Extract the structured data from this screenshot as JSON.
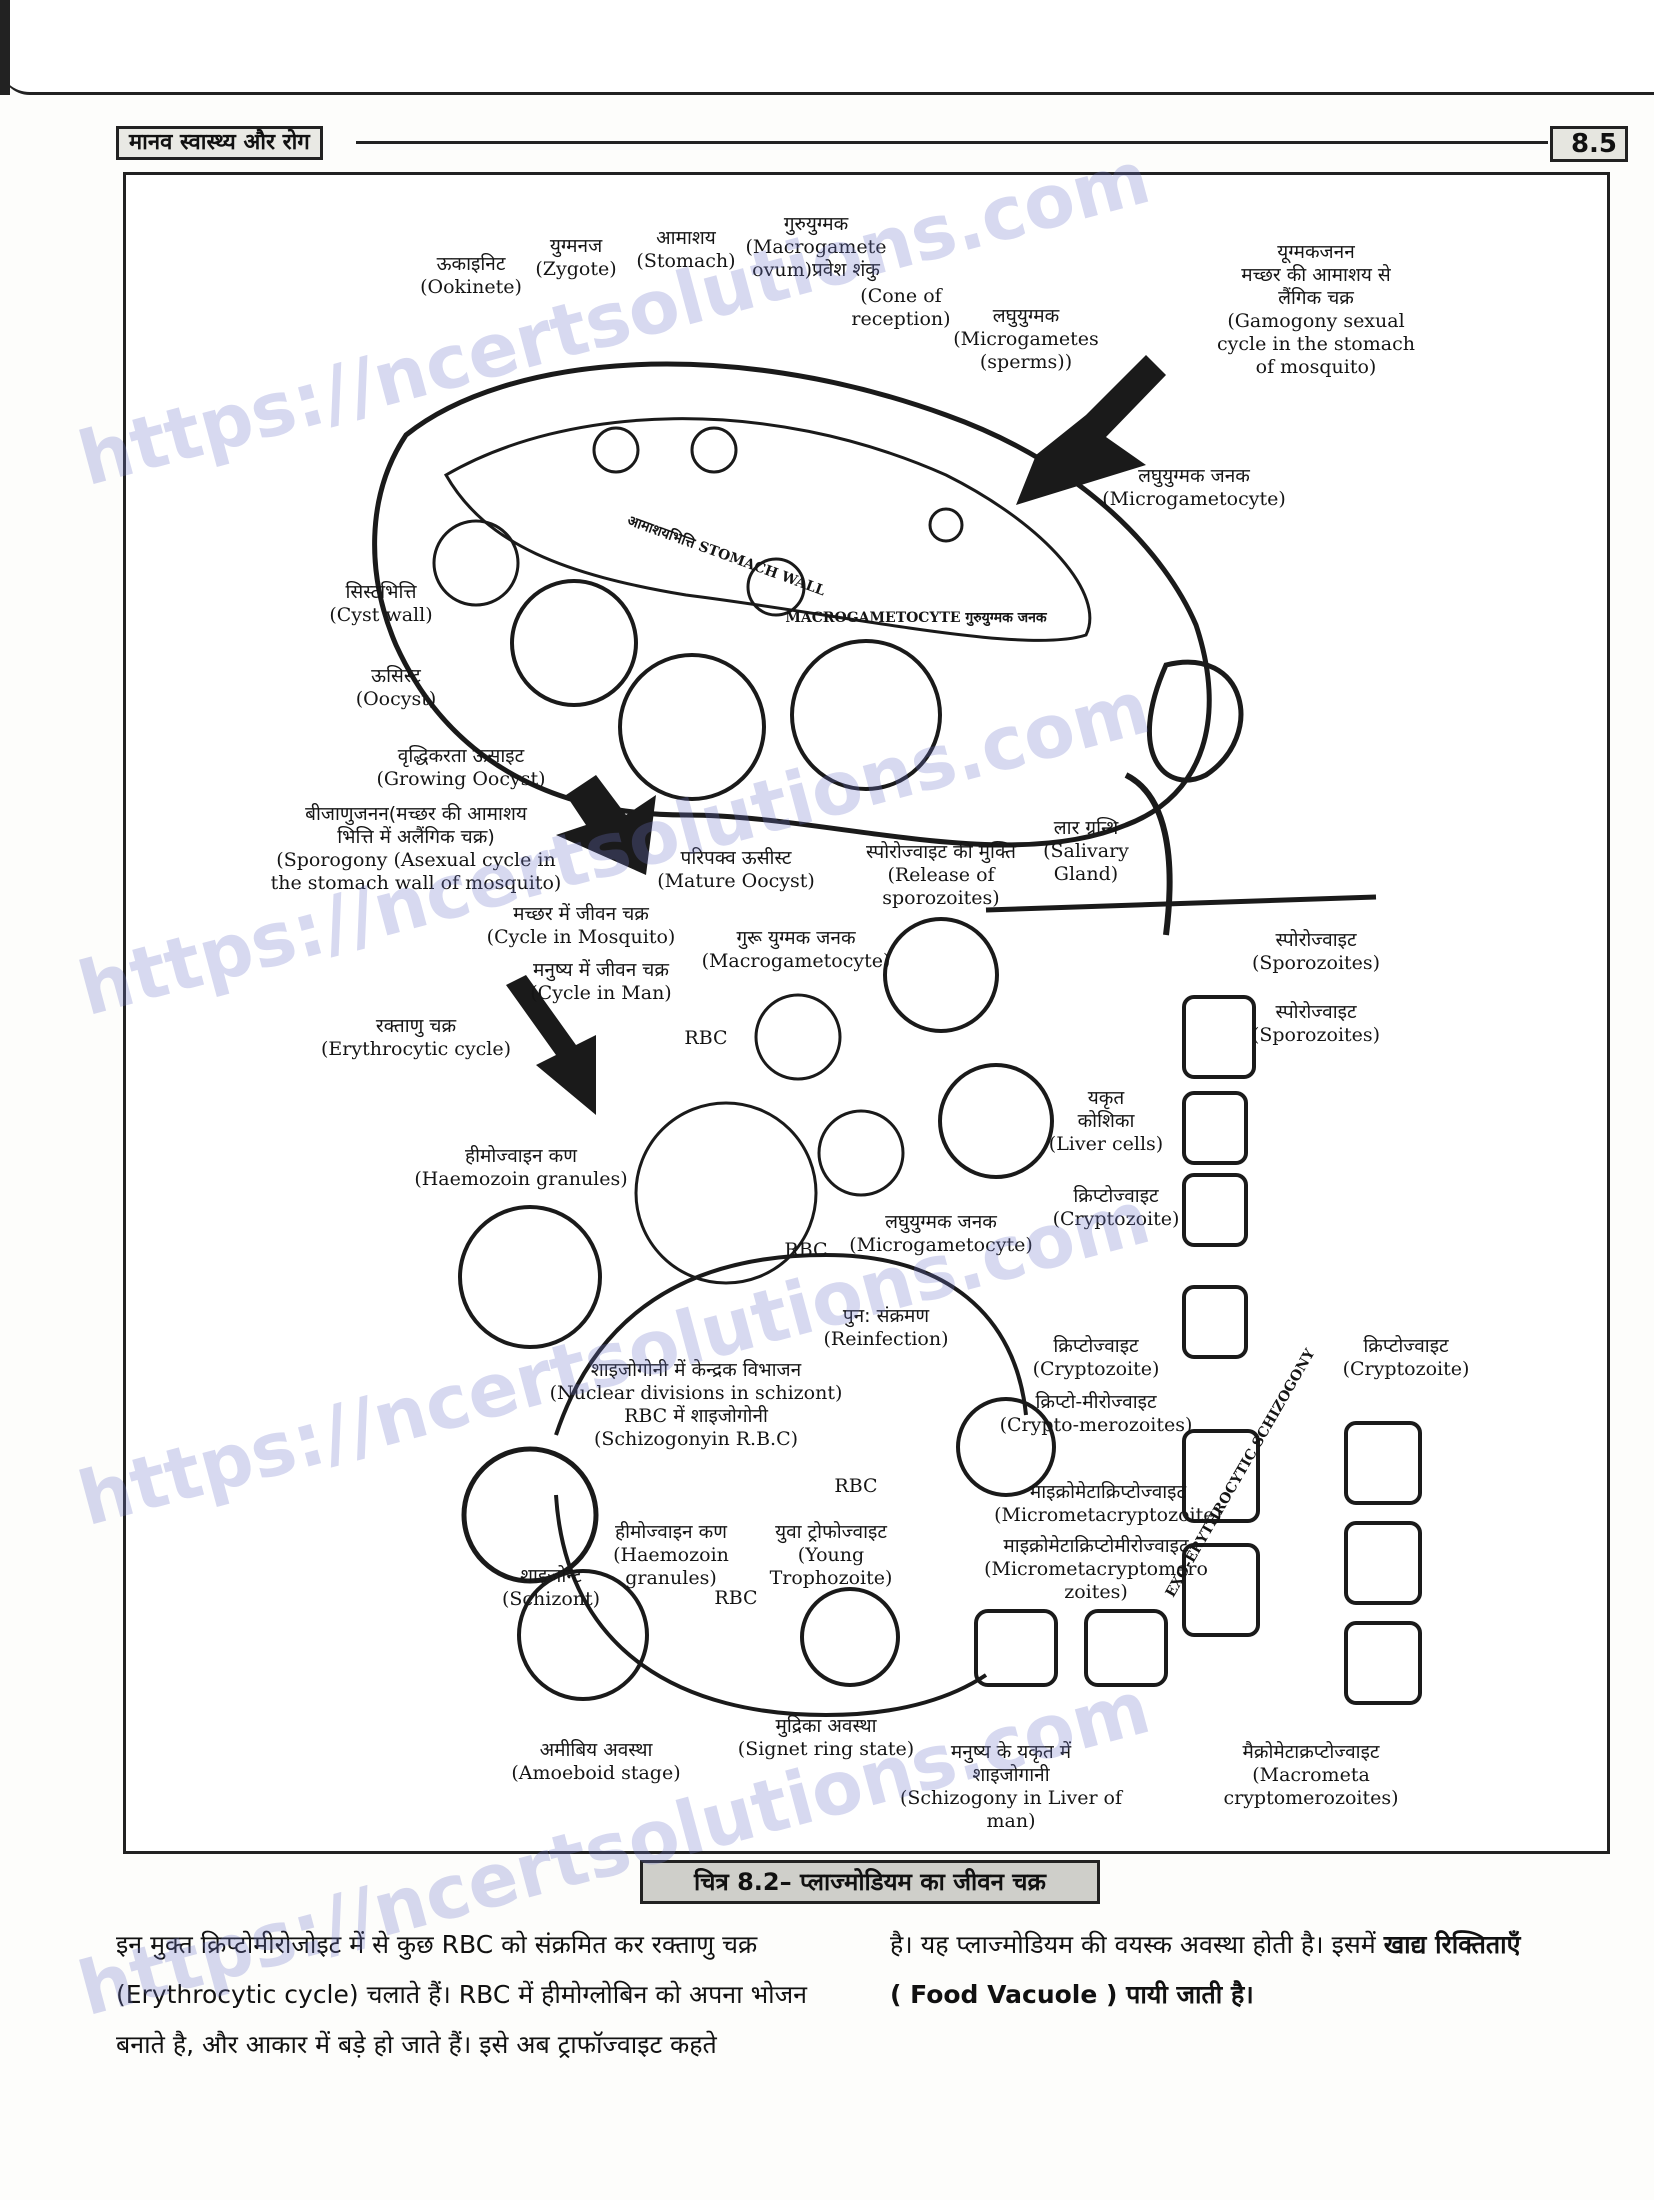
{
  "header": {
    "title": "मानव स्वास्थ्य और रोग",
    "page_number": "8.5"
  },
  "watermark": "https://ncertsolutions.com",
  "figure": {
    "caption": "चित्र 8.2– प्लाज्मोडियम का जीवन चक्र",
    "labels": {
      "ookinete": {
        "hi": "ऊकाइनिट",
        "en": "(Ookinete)"
      },
      "zygote": {
        "hi": "युग्मनज",
        "en": "(Zygote)"
      },
      "stomach": {
        "hi": "आमाशय",
        "en": "(Stomach)"
      },
      "macrogamete": {
        "hi": "गुरुयुग्मक",
        "en": "(Macrogamete\novum)प्रवेश शंकु"
      },
      "cone": {
        "hi": "",
        "en": "(Cone of\nreception)"
      },
      "microgametes": {
        "hi": "लघुयुग्मक",
        "en": "(Microgametes\n(sperms))"
      },
      "gamogony": {
        "hi": "यूग्मकजनन\nमच्छर की आमाशय से\nलैंगिक चक्र",
        "en": "(Gamogony sexual\ncycle in the stomach\nof mosquito)"
      },
      "microgametocyte_top": {
        "hi": "लघुयुग्मक जनक",
        "en": "(Microgametocyte)"
      },
      "stomach_wall": "आमाशयभित्ति STOMACH WALL",
      "macrogametocyte_mos": "MACROGAMETOCYTE गुरुयुग्मक जनक",
      "cyst_wall": {
        "hi": "सिस्टभित्ति",
        "en": "(Cyst wall)"
      },
      "oocyst": {
        "hi": "ऊसिस्ट",
        "en": "(Oocyst)"
      },
      "growing_oocyst": {
        "hi": "वृद्धिकरता ऊसाइट",
        "en": "(Growing Oocyst)"
      },
      "sporogony": {
        "hi": "बीजाणुजनन(मच्छर की आमाशय\nभित्ति में अलैंगिक चक्र)",
        "en": "(Sporogony (Asexual cycle in\nthe stomach wall of mosquito)"
      },
      "mature_oocyst": {
        "hi": "परिपक्व ऊसीस्ट",
        "en": "(Mature Oocyst)"
      },
      "release_sporozoites": {
        "hi": "स्पोरोज्वाइट की मुक्ति",
        "en": "(Release of\nsporozoites)"
      },
      "salivary_gland": {
        "hi": "लार ग्रन्थि",
        "en": "(Salivary\nGland)"
      },
      "cycle_mosquito": {
        "hi": "मच्छर में जीवन चक्र",
        "en": "(Cycle in Mosquito)"
      },
      "cycle_man": {
        "hi": "मनुष्य में जीवन चक्र",
        "en": "(Cycle in Man)"
      },
      "macrogametocyte_man": {
        "hi": "गुरू युग्मक जनक",
        "en": "(Macrogametocyte)"
      },
      "sporozoites_1": {
        "hi": "स्पोरोज्वाइट",
        "en": "(Sporozoites)"
      },
      "sporozoites_2": {
        "hi": "स्पोरोज्वाइट",
        "en": "(Sporozoites)"
      },
      "erythrocytic": {
        "hi": "रक्ताणु चक्र",
        "en": "(Erythrocytic cycle)"
      },
      "rbc_1": "RBC",
      "liver_cells": {
        "hi": "यकृत\nकोशिका",
        "en": "(Liver cells)"
      },
      "haemozoin_1": {
        "hi": "हीमोज्वाइन कण",
        "en": "(Haemozoin granules)"
      },
      "cryptozoite_1": {
        "hi": "क्रिप्टोज्वाइट",
        "en": "(Cryptozoite)"
      },
      "rbc_2": "RBC",
      "microgametocyte_man": {
        "hi": "लघुयुग्मक जनक",
        "en": "(Microgametocyte)"
      },
      "reinfection": {
        "hi": "पुन: संक्रमण",
        "en": "(Reinfection)"
      },
      "nuclear_div": {
        "hi": "शाइजोगोनी में केन्द्रक विभाजन",
        "en": "(Nuclear divisions in schizont)\nRBC में शाइजोगोनी\n(Schizogonyin R.B.C)"
      },
      "cryptozoite_2": {
        "hi": "क्रिप्टोज्वाइट",
        "en": "(Cryptozoite)"
      },
      "crypto_mero": {
        "hi": "क्रिप्टो-मीरोज्वाइट",
        "en": "(Crypto-merozoites)"
      },
      "cryptozoite_3": {
        "hi": "क्रिप्टोज्वाइट",
        "en": "(Cryptozoite)"
      },
      "rbc_3": "RBC",
      "micrometacrypto": {
        "hi": "माइक्रोमेटाक्रिप्टोज्वाइट",
        "en": "(Micrometacryptozoite)"
      },
      "haemozoin_2": {
        "hi": "हीमोज्वाइन कण",
        "en": "(Haemozoin\ngranules)"
      },
      "young_tropho": {
        "hi": "युवा ट्रोफोज्वाइट",
        "en": "(Young\nTrophozoite)"
      },
      "micrometacryptomero": {
        "hi": "माइक्रोमेटाक्रिप्टोमीरोज्वाइट",
        "en": "(Micrometacryptomero\nzoites)"
      },
      "schizont": {
        "hi": "शाइजोन्ट",
        "en": "(Schizont)"
      },
      "rbc_4": "RBC",
      "exo": "EXO-ERYTHROCYTIC SCHIZOGONY",
      "signet": {
        "hi": "मुद्रिका अवस्था",
        "en": "(Signet ring state)"
      },
      "amoeboid": {
        "hi": "अमीबिय अवस्था",
        "en": "(Amoeboid stage)"
      },
      "schizogony_liver": {
        "hi": "मनुष्य के यकृत में\nशाइजोगानी",
        "en": "(Schizogony in Liver of\nman)"
      },
      "macrometa": {
        "hi": "मैक्रोमेटाक्रप्टोज्वाइट",
        "en": "(Macrometa\ncryptomerozoites)"
      }
    }
  },
  "text": {
    "left_paragraph": "इन मुक्त क्रिप्टोमीरोजोइट में से कुछ RBC को संक्रमित कर रक्ताणु चक्र (Erythrocytic cycle) चलाते हैं। RBC में हीमोग्लोबिन को अपना भोजन बनाते है, और आकार में बड़े हो जाते हैं। इसे अब ट्राफॉज्वाइट कहते",
    "right_paragraph_1": "है। यह प्लाज्मोडियम की वयस्क अवस्था होती है। इसमें ",
    "right_bold": "खाद्य रिक्तिताएँ",
    "right_paragraph_2": "( Food Vacuole ) पायी जाती है।"
  }
}
